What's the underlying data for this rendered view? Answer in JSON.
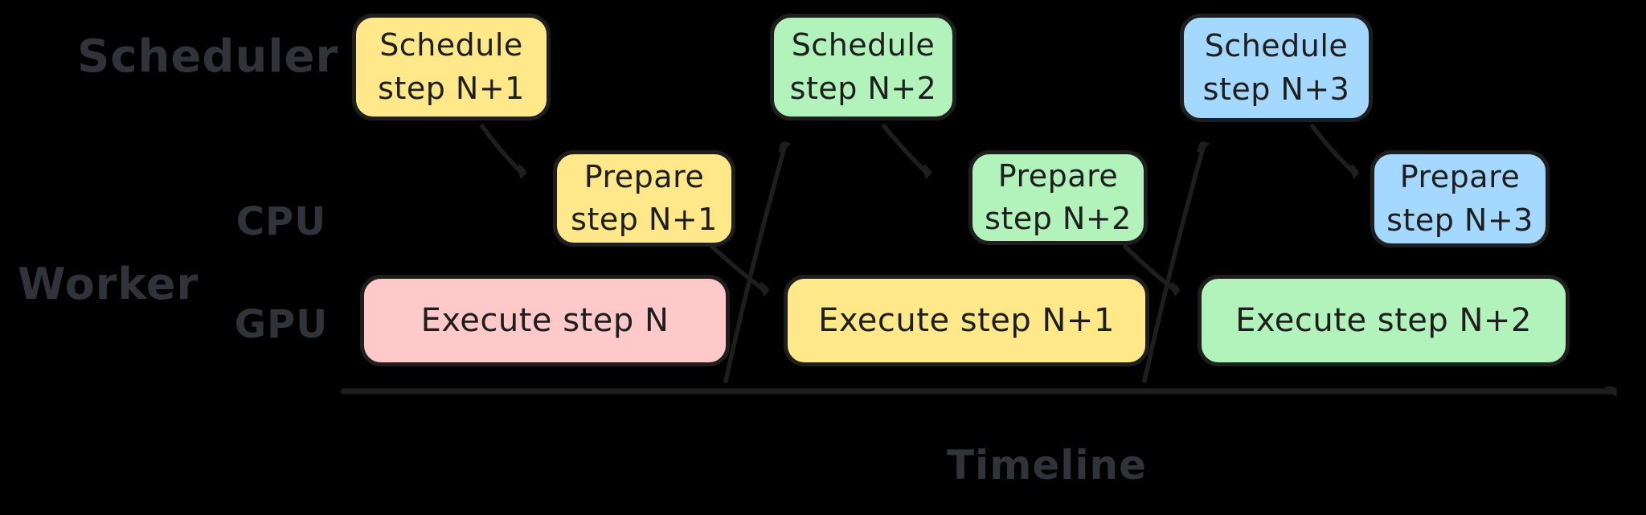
{
  "diagram": {
    "title_semantics": "Pipelined scheduling timeline: scheduler overlaps CPU prepare work with GPU execution",
    "labels": {
      "scheduler": "Scheduler",
      "worker": "Worker",
      "cpu": "CPU",
      "gpu": "GPU",
      "timeline": "Timeline"
    },
    "nodes": {
      "schedule_n1": {
        "lines": [
          "Schedule",
          "step N+1"
        ],
        "fill": "#ffe88a",
        "row": "scheduler"
      },
      "schedule_n2": {
        "lines": [
          "Schedule",
          "step N+2"
        ],
        "fill": "#b2f2bb",
        "row": "scheduler"
      },
      "schedule_n3": {
        "lines": [
          "Schedule",
          "step N+3"
        ],
        "fill": "#a5d8ff",
        "row": "scheduler"
      },
      "prepare_n1": {
        "lines": [
          "Prepare",
          "step N+1"
        ],
        "fill": "#ffe88a",
        "row": "cpu"
      },
      "prepare_n2": {
        "lines": [
          "Prepare",
          "step N+2"
        ],
        "fill": "#b2f2bb",
        "row": "cpu"
      },
      "prepare_n3": {
        "lines": [
          "Prepare",
          "step N+3"
        ],
        "fill": "#a5d8ff",
        "row": "cpu"
      },
      "execute_n": {
        "label": "Execute step N",
        "fill": "#ffc9c9",
        "row": "gpu"
      },
      "execute_n1": {
        "label": "Execute step N+1",
        "fill": "#ffe88a",
        "row": "gpu"
      },
      "execute_n2": {
        "label": "Execute step N+2",
        "fill": "#b2f2bb",
        "row": "gpu"
      }
    },
    "edges": [
      {
        "from": "schedule_n1",
        "to": "prepare_n1"
      },
      {
        "from": "prepare_n1",
        "to": "execute_n1"
      },
      {
        "from": "execute_n",
        "to": "schedule_n2"
      },
      {
        "from": "schedule_n2",
        "to": "prepare_n2"
      },
      {
        "from": "prepare_n2",
        "to": "execute_n2"
      },
      {
        "from": "execute_n1",
        "to": "schedule_n3"
      },
      {
        "from": "schedule_n3",
        "to": "prepare_n3"
      }
    ],
    "colors": {
      "background": "#000000",
      "stroke": "#1e1e1e",
      "caption_text": "#30343a",
      "yellow": "#ffe88a",
      "green": "#b2f2bb",
      "blue": "#a5d8ff",
      "pink": "#ffc9c9"
    }
  }
}
